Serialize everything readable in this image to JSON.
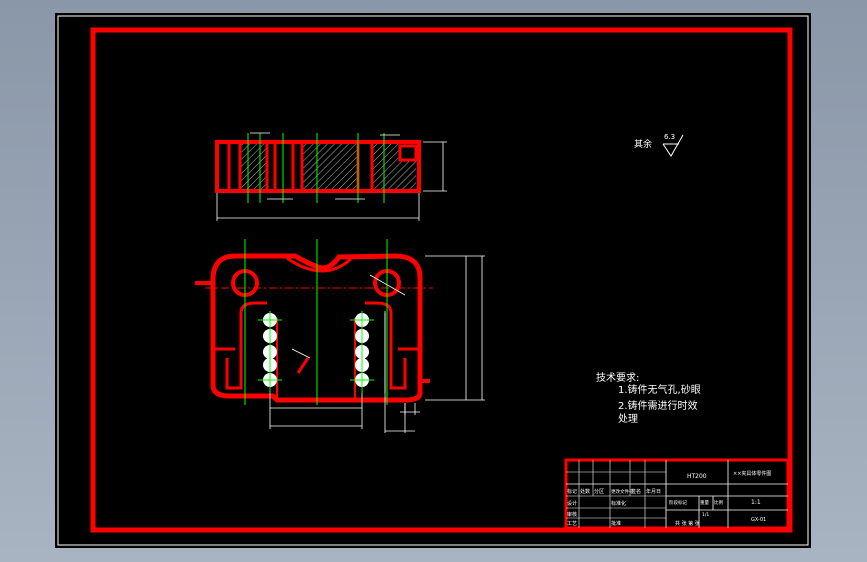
{
  "colors": {
    "frame": "#ff0000",
    "dim": "#ffffff",
    "center": "#00ff00",
    "hatch": "#ffffff",
    "background": "#000000"
  },
  "surface_finish": {
    "label": "其余",
    "value": "6.3"
  },
  "technical_requirements": {
    "title": "技术要求:",
    "items": [
      "1.铸件无气孔,砂眼",
      "2.铸件需进行时效",
      "处理"
    ]
  },
  "title_block": {
    "material": "HT200",
    "drawing_name": "××夹具体零件图",
    "scale": "1:1",
    "sheet": "1/1",
    "row_labels": [
      "标记",
      "处数",
      "分区",
      "更改文件号",
      "签名",
      "年月日"
    ],
    "design_label": "设计",
    "standard_label": "标准化",
    "review_label": "审核",
    "process_label": "工艺",
    "approve_label": "批准",
    "stage_label": "阶段标记",
    "weight_label": "重量",
    "scale_label": "比例",
    "sheets_label": "共 张 第 张",
    "code": "GX-01"
  }
}
